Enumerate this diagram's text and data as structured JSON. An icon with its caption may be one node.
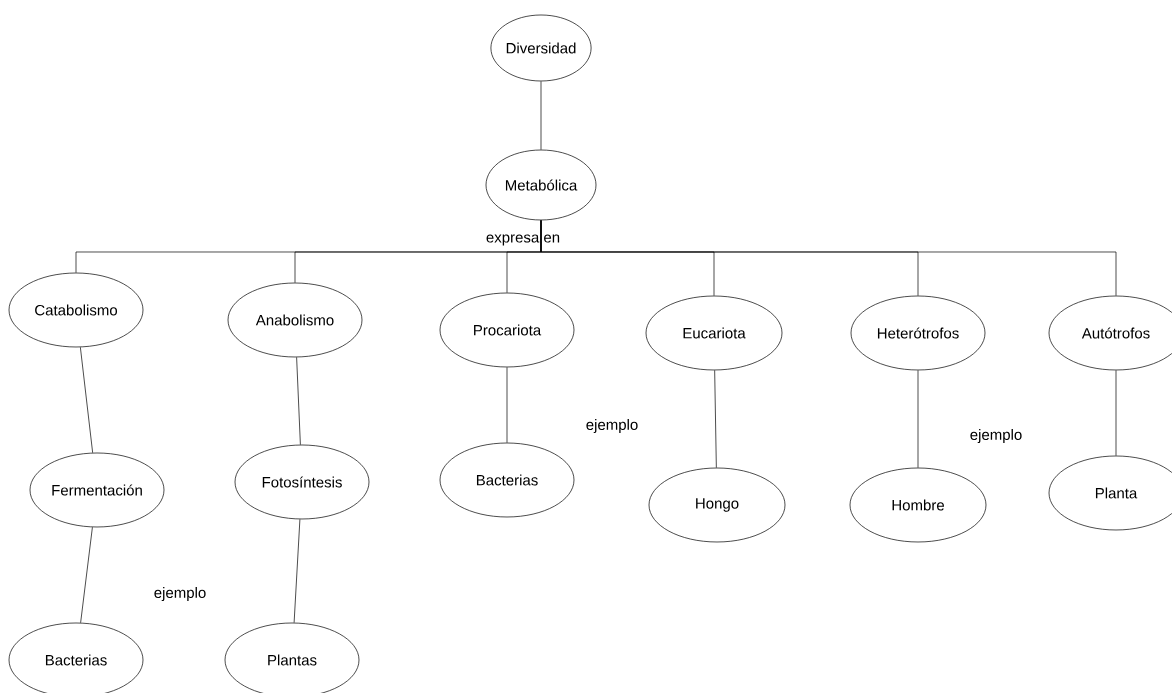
{
  "diagram": {
    "nodes": [
      {
        "text": [
          "Diversidad"
        ]
      },
      {
        "text": [
          "Metabólica"
        ]
      },
      {
        "text": [
          "Catabolismo"
        ]
      },
      {
        "text": [
          "Anabolismo"
        ]
      },
      {
        "text": [
          "Procariota"
        ]
      },
      {
        "text": [
          "Eucariota"
        ]
      },
      {
        "text": [
          "Heterótrofos"
        ]
      },
      {
        "text": [
          "Autótrofos"
        ]
      },
      {
        "text": [
          "Fermentación"
        ]
      },
      {
        "text": [
          "Fotosíntesis"
        ]
      },
      {
        "text": [
          "Bacterias"
        ]
      },
      {
        "text": [
          "Hongo"
        ]
      },
      {
        "text": [
          "Hombre"
        ]
      },
      {
        "text": [
          "Planta"
        ]
      },
      {
        "text": [
          "Bacterias"
        ]
      },
      {
        "text": [
          "Plantas"
        ]
      }
    ],
    "edges": [
      {
        "from": 0,
        "to": 1,
        "arrow": "none"
      },
      {
        "from": 1,
        "to": 2,
        "arrow": "none"
      },
      {
        "from": 1,
        "to": 3,
        "arrow": "none"
      },
      {
        "from": 1,
        "to": 4,
        "arrow": "none"
      },
      {
        "from": 1,
        "to": 5,
        "arrow": "none"
      },
      {
        "from": 1,
        "to": 6,
        "arrow": "none"
      },
      {
        "from": 1,
        "to": 7,
        "arrow": "none"
      },
      {
        "from": 2,
        "to": 8,
        "arrow": "none"
      },
      {
        "from": 8,
        "to": 14,
        "arrow": "none"
      },
      {
        "from": 3,
        "to": 9,
        "arrow": "none"
      },
      {
        "from": 9,
        "to": 15,
        "arrow": "none"
      },
      {
        "from": 4,
        "to": 10,
        "arrow": "none"
      },
      {
        "from": 5,
        "to": 11,
        "arrow": "none"
      },
      {
        "from": 6,
        "to": 12,
        "arrow": "none"
      },
      {
        "from": 7,
        "to": 13,
        "arrow": "none"
      }
    ],
    "labels": [
      "expresa en",
      "ejemplo",
      "ejemplo",
      "ejemplo"
    ]
  }
}
